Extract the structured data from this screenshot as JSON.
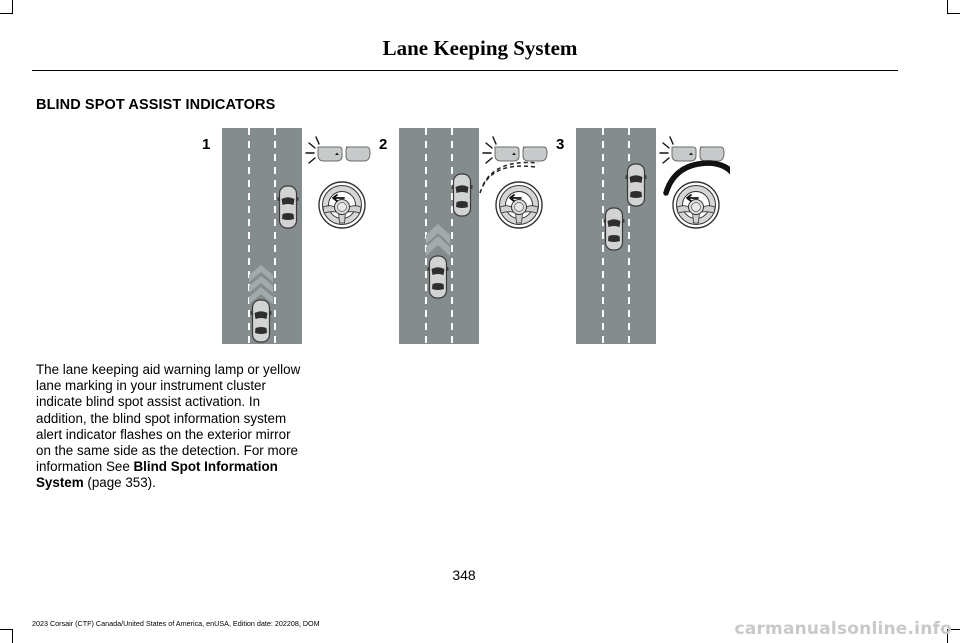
{
  "header": {
    "title": "Lane Keeping System"
  },
  "section": {
    "heading": "BLIND SPOT ASSIST INDICATORS"
  },
  "illustration": {
    "panels": [
      {
        "number": "1"
      },
      {
        "number": "2"
      },
      {
        "number": "3"
      }
    ]
  },
  "body": {
    "text_before": "The lane keeping aid warning lamp or yellow lane marking in your instrument cluster indicate blind spot assist activation. In addition, the blind spot information system alert indicator flashes on the exterior mirror on the same side as the detection. For more information See ",
    "link_text": "Blind Spot Information System",
    "text_after": " (page 353)."
  },
  "footer": {
    "page_number": "348",
    "edition": "2023 Corsair (CTF) Canada/United States of America, enUSA, Edition date: 202208, DOM"
  },
  "watermark": {
    "text": "carmanualsonline.info"
  },
  "colors": {
    "road": "#858c8d",
    "lane_line": "#ffffff",
    "car": "#d2d4d4",
    "chevron": "#a3aaab",
    "mirror": "#c7cacb"
  }
}
